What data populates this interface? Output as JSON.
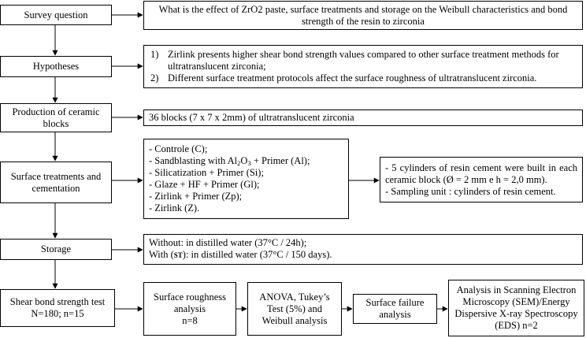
{
  "stages": {
    "survey_question": "Survey question",
    "hypotheses": "Hypotheses",
    "production": "Production of ceramic blocks",
    "surface_treatments": "Surface treatments and cementation",
    "storage": "Storage",
    "shear_test_line1": "Shear bond strength test",
    "shear_test_line2": "N=180; n=15"
  },
  "details": {
    "question": "What is the effect of ZrO2 paste, surface treatments and storage on the Weibull characteristics and bond strength of the resin to zirconia",
    "hypotheses": [
      {
        "num": "1)",
        "text": "Zirlink presents higher shear bond strength values compared to other surface treatment methods for ultratranslucent zirconia;"
      },
      {
        "num": "2)",
        "text": "Different surface treatment protocols affect the surface roughness of ultratranslucent zirconia."
      }
    ],
    "blocks": "36 blocks (7 x 7 x 2mm) of ultratranslucent zirconia",
    "treatments": {
      "t1": "- Controle (C);",
      "t2_before": "- Sandblasting with Al",
      "t2_sub2": "2",
      "t2_mid": "O",
      "t2_sub3": "3",
      "t2_after": " + Primer (Al);",
      "t3": "- Silicatization + Primer (Si);",
      "t4": "- Glaze + HF + Primer (Gl);",
      "t5": "- Zirlink + Primer (Zp);",
      "t6": "- Zirlink (Z)."
    },
    "cylinders": [
      "- 5 cylinders of resin cement were built in each ceramic block (Ø = 2 mm e h = 2,0 mm).",
      "- Sampling unit : cylinders of resin cement."
    ],
    "storage_line1": "Without: in distilled water (37°C / 24h);",
    "storage_line2_before": "With (",
    "storage_line2_st": "ST",
    "storage_line2_after": "): in distilled water (37°C / 150 days)."
  },
  "analyses": {
    "roughness_line1": "Surface roughness analysis",
    "roughness_line2": "n=8",
    "anova": "ANOVA, Tukey’s Test (5%) and Weibull analysis",
    "failure": "Surface failure analysis",
    "sem": "Analysis in Scanning Electron Microscopy (SEM)/Energy Dispersive X-ray Spectroscopy (EDS) n=2"
  }
}
